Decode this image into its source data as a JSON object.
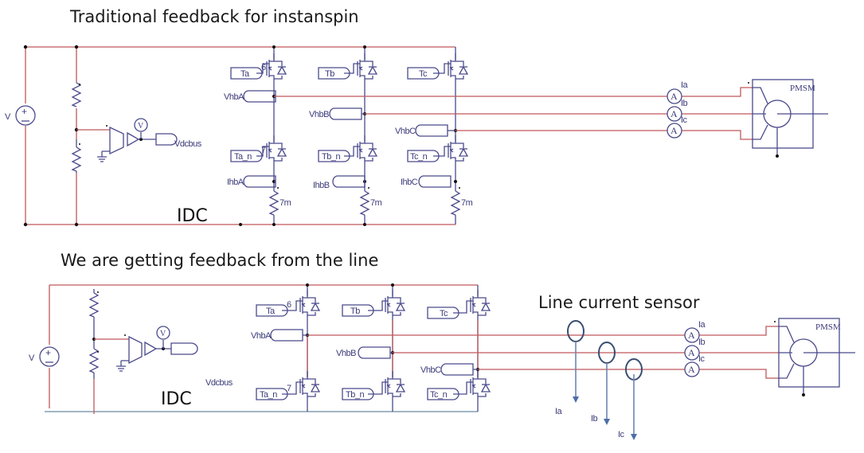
{
  "diagram": {
    "top": {
      "title": "Traditional feedback for instanspin",
      "source_label": "V",
      "dc_bus_label": "Vdcbus",
      "idc_label": "IDC",
      "gate_labels": {
        "ta": "Ta",
        "tb": "Tb",
        "tc": "Tc",
        "ta_n": "Ta_n",
        "tb_n": "Tb_n",
        "tc_n": "Tc_n"
      },
      "gate_numbers": {
        "upper": "6",
        "lower": "7"
      },
      "vhb_labels": [
        "VhbA",
        "VhbB",
        "VhbC"
      ],
      "ihb_labels": [
        "IhbA",
        "IhbB",
        "IhbC"
      ],
      "shunt_value": "7m",
      "voltmeter": "V",
      "ammeter_symbol": "A",
      "ammeter_labels": [
        "Ia",
        "Ib",
        "Ic"
      ],
      "motor_label": "PMSM"
    },
    "bottom": {
      "title": "We are getting  feedback from the line",
      "sensor_title": "Line current sensor",
      "source_label": "V",
      "dc_bus_label": "Vdcbus",
      "idc_label": "IDC",
      "gate_labels": {
        "ta": "Ta",
        "tb": "Tb",
        "tc": "Tc",
        "ta_n": "Ta_n",
        "tb_n": "Tb_n",
        "tc_n": "Tc_n"
      },
      "gate_numbers": {
        "upper": "6",
        "lower": "7"
      },
      "vhb_labels": [
        "VhbA",
        "VhbB",
        "VhbC"
      ],
      "voltmeter": "V",
      "ammeter_symbol": "A",
      "ammeter_labels": [
        "Ia",
        "Ib",
        "Ic"
      ],
      "sensor_outputs": [
        "Ia",
        "Ib",
        "Ic"
      ],
      "motor_label": "PMSM"
    }
  }
}
